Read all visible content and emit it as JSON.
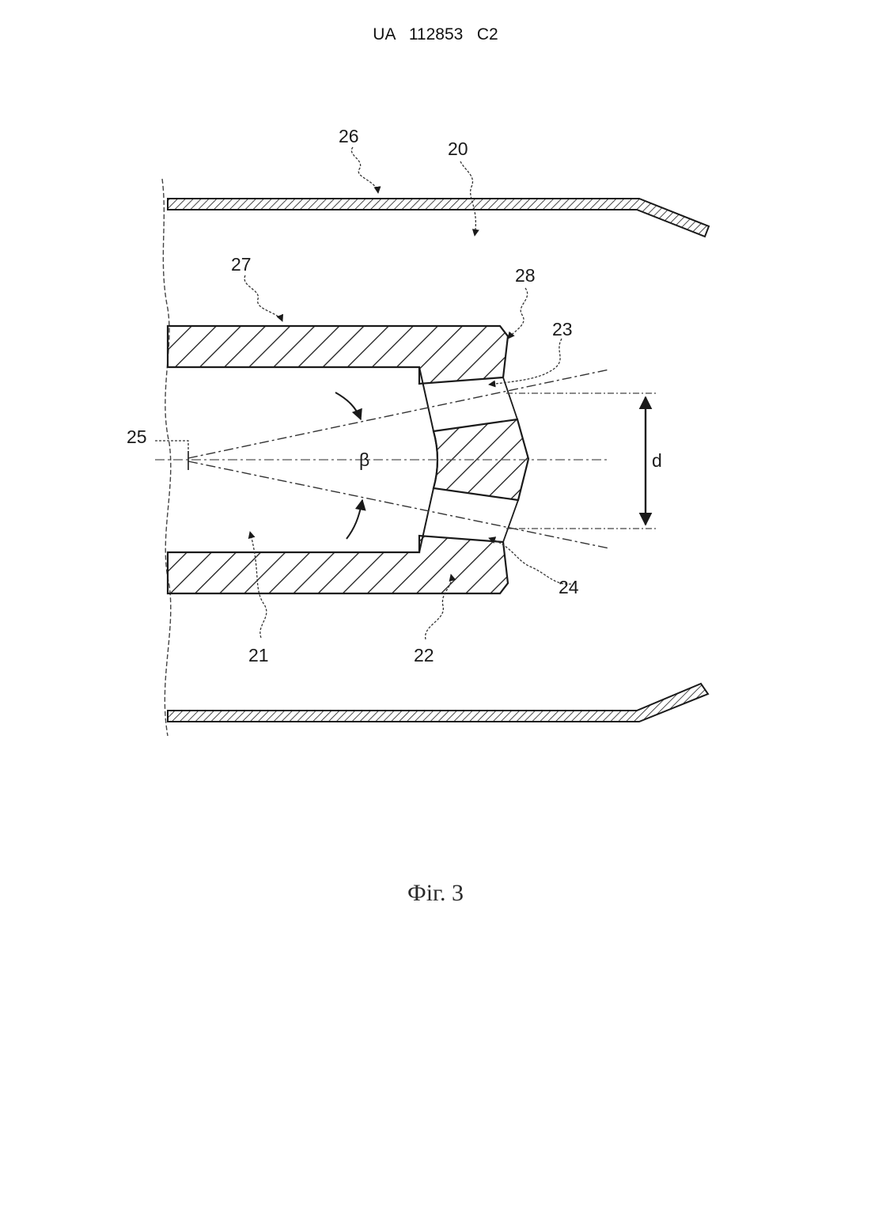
{
  "document": {
    "header": "UA   112853   C2"
  },
  "figure": {
    "caption": "Фіг. 3",
    "labels": {
      "l20": "20",
      "l21": "21",
      "l22": "22",
      "l23": "23",
      "l24": "24",
      "l25": "25",
      "l26": "26",
      "l27": "27",
      "l28": "28",
      "angle": "β",
      "distance": "d"
    }
  },
  "colors": {
    "ink": "#1a1a1a",
    "paper": "#ffffff"
  }
}
